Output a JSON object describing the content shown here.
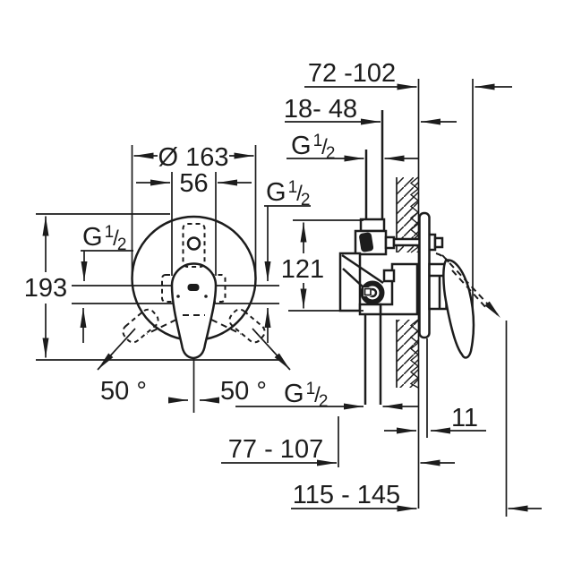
{
  "drawing": {
    "type": "technical-dimension-drawing",
    "background": "#ffffff",
    "line_color": "#1c1c1c",
    "views": {
      "left": "front-view",
      "right": "side-section-view"
    },
    "dims": {
      "diameter": "Ø 163",
      "cartridge_width": "56",
      "overall_height": "193",
      "angle_left": "50 °",
      "angle_right": "50 °",
      "wall_depth_range": "72 -102",
      "inlet_depth_range": "18- 48",
      "body_depth_range": "77 - 107",
      "overall_depth_range": "115 - 145",
      "port_span": "121",
      "plate_projection": "11",
      "thread": {
        "g": "G",
        "num": "1",
        "slash": "/",
        "den": "2"
      }
    }
  }
}
